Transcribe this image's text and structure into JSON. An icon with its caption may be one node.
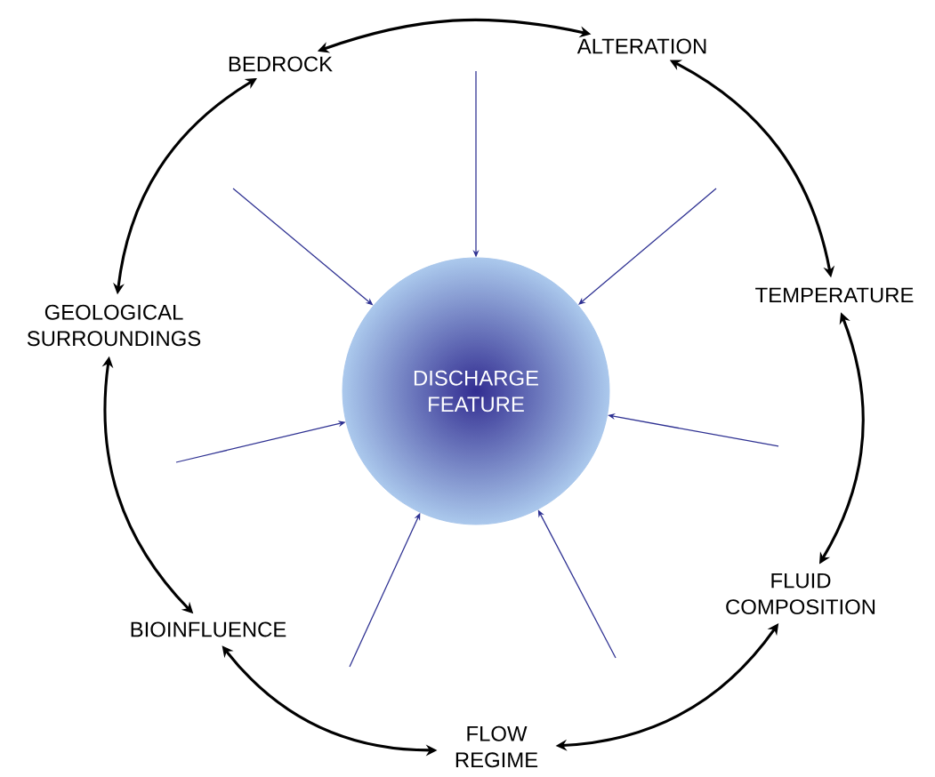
{
  "diagram": {
    "nodes": [
      {
        "text": [
          "DISCHARGE FEATURE"
        ]
      },
      {
        "text": [
          "BEDROCK"
        ]
      },
      {
        "text": [
          "ALTERATION"
        ]
      },
      {
        "text": [
          "TEMPERATURE"
        ]
      },
      {
        "text": [
          "FLUID COMPOSITION"
        ]
      },
      {
        "text": [
          "FLOW REGIME"
        ]
      },
      {
        "text": [
          "BIOINFLUENCE"
        ]
      },
      {
        "text": [
          "GEOLOGICAL SURROUNDINGS"
        ]
      }
    ],
    "edges": [
      {
        "from": 1,
        "to": 2,
        "arrow": "both",
        "style": "thick"
      },
      {
        "from": 2,
        "to": 3,
        "arrow": "both",
        "style": "thick"
      },
      {
        "from": 3,
        "to": 4,
        "arrow": "both",
        "style": "thick"
      },
      {
        "from": 4,
        "to": 5,
        "arrow": "both",
        "style": "thick"
      },
      {
        "from": 5,
        "to": 6,
        "arrow": "both",
        "style": "thick"
      },
      {
        "from": 6,
        "to": 7,
        "arrow": "both",
        "style": "thick"
      },
      {
        "from": 7,
        "to": 1,
        "arrow": "both",
        "style": "thick"
      },
      {
        "from": null,
        "to": 0,
        "arrow": "to",
        "color": "#2e3192"
      },
      {
        "from": null,
        "to": 0,
        "arrow": "to",
        "color": "#2e3192"
      },
      {
        "from": null,
        "to": 0,
        "arrow": "to",
        "color": "#2e3192"
      },
      {
        "from": null,
        "to": 0,
        "arrow": "to",
        "color": "#2e3192"
      },
      {
        "from": null,
        "to": 0,
        "arrow": "to",
        "color": "#2e3192"
      },
      {
        "from": null,
        "to": 0,
        "arrow": "to",
        "color": "#2e3192"
      },
      {
        "from": null,
        "to": 0,
        "arrow": "to",
        "color": "#2e3192"
      }
    ]
  }
}
